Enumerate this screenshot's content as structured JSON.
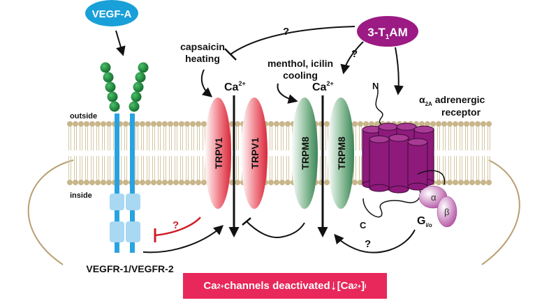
{
  "labels": {
    "vegfa": "VEGF-A",
    "tam_prefix": "3-T",
    "tam_sub": "1",
    "tam_suffix": "AM",
    "outside": "outside",
    "inside": "inside",
    "capsaicin_line1": "capsaicin",
    "capsaicin_line2": "heating",
    "menthol_line1": "menthol, icilin",
    "menthol_line2": "cooling",
    "ca": "Ca",
    "ca_sup": "2+",
    "trpv1": "TRPV1",
    "trpm8": "TRPM8",
    "q": "?",
    "n_term": "N",
    "c_term": "C",
    "alpha2a_symbol": "α",
    "alpha2a_sub": "2A",
    "alpha2a_rest": " adrenergic",
    "receptor": "receptor",
    "alpha": "α",
    "beta": "β",
    "g_main": "G",
    "g_sub": "i/o",
    "vegfr": "VEGFR-1/VEGFR-2"
  },
  "banner": {
    "prefix": "Ca",
    "sup": "2+",
    "middle": " channels deactivated ",
    "arrow": "↓",
    "bracket_open": " [Ca",
    "bracket_sup": "2+",
    "bracket_close": "]",
    "sub": "i"
  },
  "colors": {
    "vegfa_blue": "#1aa0d8",
    "tam_purple": "#9b1a83",
    "gpcr_purple": "#8e1a7c",
    "trpv1_red": "#e8505f",
    "trpm8_green": "#4f9a6a",
    "receptor_blue": "#29a3e0",
    "receptor_light": "#a9d8f2",
    "ball_green": "#1c8a3c",
    "membrane": "#c8b58a",
    "inhibit_red": "#cc1f2a",
    "banner_pink": "#e8275a"
  }
}
